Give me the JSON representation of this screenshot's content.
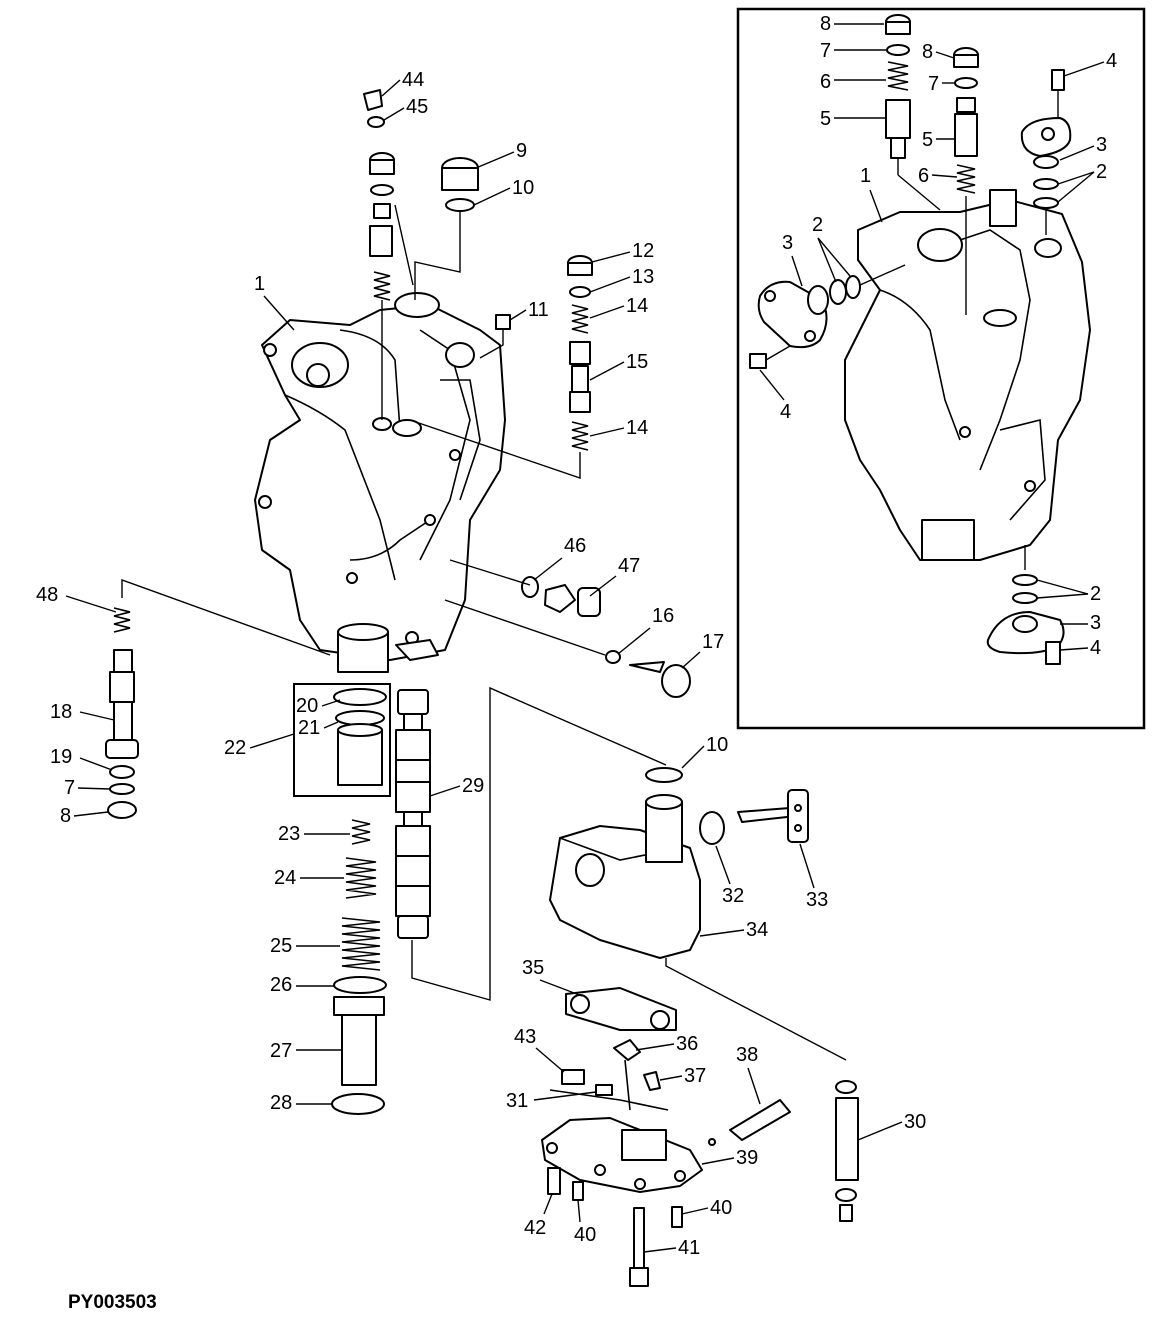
{
  "figure_id": "PY003503",
  "callouts": {
    "c1": "1",
    "c2": "2",
    "c3": "3",
    "c4": "4",
    "c5": "5",
    "c6": "6",
    "c7": "7",
    "c8": "8",
    "c9": "9",
    "c10": "10",
    "c11": "11",
    "c12": "12",
    "c13": "13",
    "c14": "14",
    "c15": "15",
    "c16": "16",
    "c17": "17",
    "c18": "18",
    "c19": "19",
    "c20": "20",
    "c21": "21",
    "c22": "22",
    "c23": "23",
    "c24": "24",
    "c25": "25",
    "c26": "26",
    "c27": "27",
    "c28": "28",
    "c29": "29",
    "c30": "30",
    "c31": "31",
    "c32": "32",
    "c33": "33",
    "c34": "34",
    "c35": "35",
    "c36": "36",
    "c37": "37",
    "c38": "38",
    "c39": "39",
    "c40": "40",
    "c41": "41",
    "c42": "42",
    "c43": "43",
    "c44": "44",
    "c45": "45",
    "c46": "46",
    "c47": "47",
    "c48": "48"
  }
}
